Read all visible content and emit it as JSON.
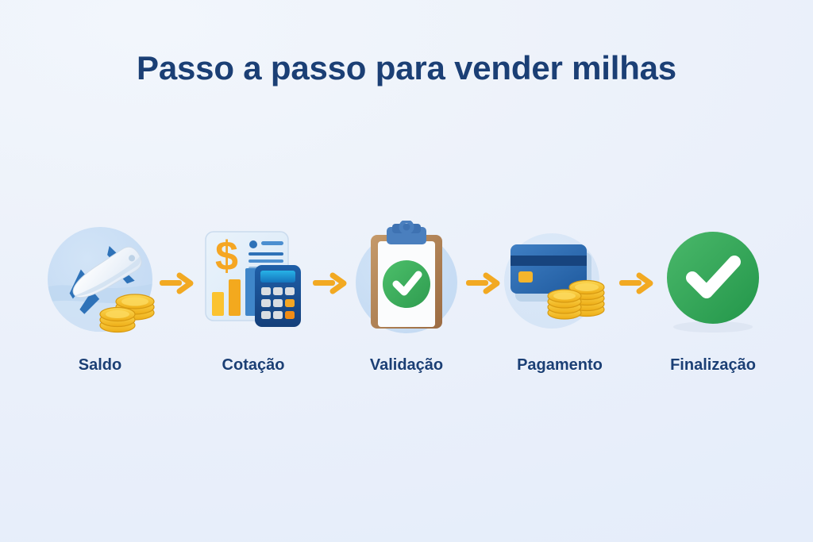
{
  "page": {
    "title": "Passo a passo para vender milhas",
    "background_color": "#edf2fa",
    "title_color": "#1b3f75",
    "arrow_color": "#f2a922",
    "disc_color": "#c8ddf4",
    "gold_color": "#f5c431",
    "green_color": "#3aa757",
    "blue_color": "#2e6fb7",
    "navy_color": "#174a8b"
  },
  "steps": [
    {
      "index": "1",
      "label": "Saldo",
      "icon": "airplane-coins-icon",
      "icon_description": "Airplane over blue circle with gold coin stacks"
    },
    {
      "index": "2",
      "label": "Cotação",
      "icon": "quote-calculator-icon",
      "icon_description": "Document with dollar sign, bar chart and calculator"
    },
    {
      "index": "3",
      "label": "Validação",
      "icon": "clipboard-check-icon",
      "icon_description": "Clipboard with green check mark"
    },
    {
      "index": "4",
      "label": "Pagamento",
      "icon": "credit-card-coins-icon",
      "icon_description": "Blue credit cards with gold coin stacks"
    },
    {
      "index": "5",
      "label": "Finalização",
      "icon": "green-check-circle-icon",
      "icon_description": "Solid green circle with white check mark"
    }
  ],
  "arrows": [
    {
      "name": "arrow-1",
      "from": "Saldo",
      "to": "Cotação"
    },
    {
      "name": "arrow-2",
      "from": "Cotação",
      "to": "Validação"
    },
    {
      "name": "arrow-3",
      "from": "Validação",
      "to": "Pagamento"
    },
    {
      "name": "arrow-4",
      "from": "Pagamento",
      "to": "Finalização"
    }
  ]
}
